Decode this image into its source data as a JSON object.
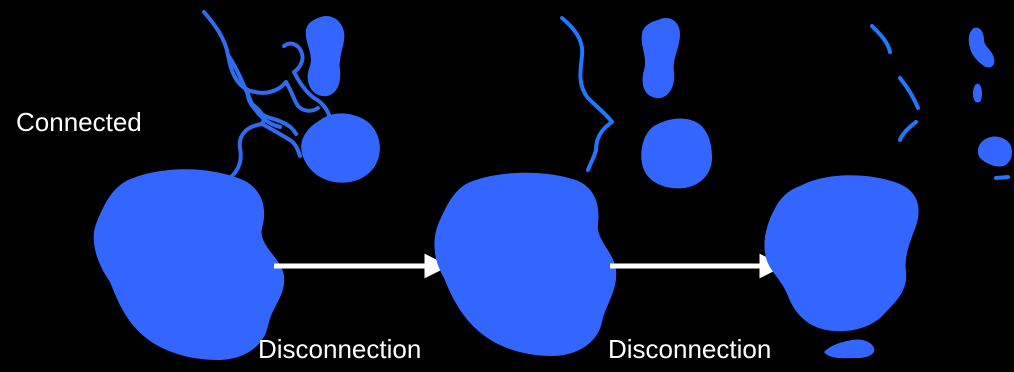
{
  "diagram": {
    "background_color": "#000000",
    "blob_color": "#3366ff",
    "strand_color": "#2f6cf0",
    "strand_color_bright": "#1f78ff",
    "arrow_color": "#ffffff",
    "labels": {
      "connected": "Connected",
      "disconnection_1": "Disconnection",
      "disconnection_2": "Disconnection"
    }
  }
}
